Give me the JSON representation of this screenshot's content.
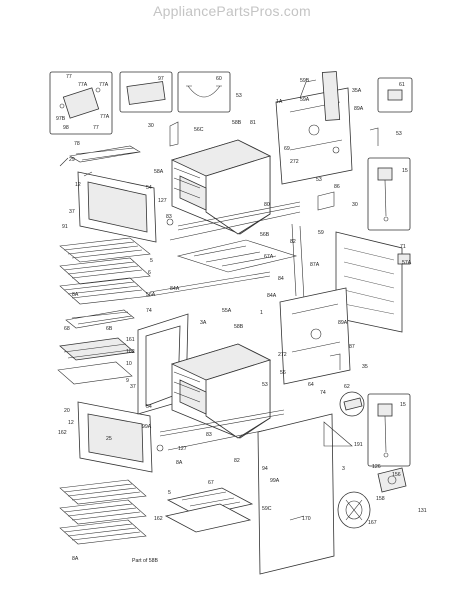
{
  "header": {
    "watermark": "AppliancePartsPros.com"
  },
  "diagram": {
    "part_labels": [
      {
        "id": "77a",
        "text": "77"
      },
      {
        "id": "77b",
        "text": "77A"
      },
      {
        "id": "77c",
        "text": "77A"
      },
      {
        "id": "97b",
        "text": "97B"
      },
      {
        "id": "98",
        "text": "98"
      },
      {
        "id": "77d",
        "text": "77"
      },
      {
        "id": "77e",
        "text": "77A"
      },
      {
        "id": "97",
        "text": "97"
      },
      {
        "id": "60",
        "text": "60"
      },
      {
        "id": "59b",
        "text": "59B"
      },
      {
        "id": "35a",
        "text": "35A"
      },
      {
        "id": "61",
        "text": "61"
      },
      {
        "id": "53a",
        "text": "53"
      },
      {
        "id": "1a",
        "text": "1A"
      },
      {
        "id": "59a",
        "text": "59A"
      },
      {
        "id": "89a",
        "text": "89A"
      },
      {
        "id": "53b",
        "text": "53"
      },
      {
        "id": "30a",
        "text": "30"
      },
      {
        "id": "56c",
        "text": "56C"
      },
      {
        "id": "58b",
        "text": "58B"
      },
      {
        "id": "81a",
        "text": "81"
      },
      {
        "id": "69",
        "text": "69"
      },
      {
        "id": "272a",
        "text": "272"
      },
      {
        "id": "15a",
        "text": "15"
      },
      {
        "id": "78",
        "text": "78"
      },
      {
        "id": "29",
        "text": "29"
      },
      {
        "id": "12a",
        "text": "12"
      },
      {
        "id": "58a",
        "text": "58A"
      },
      {
        "id": "54a",
        "text": "54"
      },
      {
        "id": "53c",
        "text": "53"
      },
      {
        "id": "86a",
        "text": "86"
      },
      {
        "id": "37a",
        "text": "37"
      },
      {
        "id": "127a",
        "text": "127"
      },
      {
        "id": "83a",
        "text": "83"
      },
      {
        "id": "80",
        "text": "80"
      },
      {
        "id": "30b",
        "text": "30"
      },
      {
        "id": "91",
        "text": "91"
      },
      {
        "id": "59",
        "text": "59"
      },
      {
        "id": "71",
        "text": "71"
      },
      {
        "id": "57a",
        "text": "57A"
      },
      {
        "id": "5a",
        "text": "5"
      },
      {
        "id": "82a",
        "text": "82"
      },
      {
        "id": "56b",
        "text": "56B"
      },
      {
        "id": "87a",
        "text": "87A"
      },
      {
        "id": "6",
        "text": "6"
      },
      {
        "id": "84a1",
        "text": "84A"
      },
      {
        "id": "67a",
        "text": "67A"
      },
      {
        "id": "8a1",
        "text": "8A"
      },
      {
        "id": "84",
        "text": "84"
      },
      {
        "id": "56a",
        "text": "56A"
      },
      {
        "id": "84a2",
        "text": "84A"
      },
      {
        "id": "74a",
        "text": "74"
      },
      {
        "id": "55a",
        "text": "55A"
      },
      {
        "id": "3a",
        "text": "3A"
      },
      {
        "id": "58b2",
        "text": "58B"
      },
      {
        "id": "1",
        "text": "1"
      },
      {
        "id": "89a2",
        "text": "89A"
      },
      {
        "id": "87",
        "text": "87"
      },
      {
        "id": "68a",
        "text": "68"
      },
      {
        "id": "68b",
        "text": "6B"
      },
      {
        "id": "161",
        "text": "161"
      },
      {
        "id": "182",
        "text": "182"
      },
      {
        "id": "10",
        "text": "10"
      },
      {
        "id": "9",
        "text": "9"
      },
      {
        "id": "272b",
        "text": "272"
      },
      {
        "id": "56",
        "text": "56"
      },
      {
        "id": "35",
        "text": "35"
      },
      {
        "id": "62",
        "text": "62"
      },
      {
        "id": "64",
        "text": "64"
      },
      {
        "id": "74b",
        "text": "74"
      },
      {
        "id": "15b",
        "text": "15"
      },
      {
        "id": "20",
        "text": "20"
      },
      {
        "id": "12b",
        "text": "12"
      },
      {
        "id": "37b",
        "text": "37"
      },
      {
        "id": "54b",
        "text": "54"
      },
      {
        "id": "53d",
        "text": "53"
      },
      {
        "id": "162a",
        "text": "162"
      },
      {
        "id": "25",
        "text": "25"
      },
      {
        "id": "99a",
        "text": "99A"
      },
      {
        "id": "83b",
        "text": "83"
      },
      {
        "id": "127b",
        "text": "127"
      },
      {
        "id": "191",
        "text": "191"
      },
      {
        "id": "3",
        "text": "3"
      },
      {
        "id": "94",
        "text": "94"
      },
      {
        "id": "99a2",
        "text": "99A"
      },
      {
        "id": "82b",
        "text": "82"
      },
      {
        "id": "8a2",
        "text": "8A"
      },
      {
        "id": "67",
        "text": "67"
      },
      {
        "id": "5b",
        "text": "5"
      },
      {
        "id": "8a3",
        "text": "8A"
      },
      {
        "id": "162b",
        "text": "162"
      },
      {
        "id": "126",
        "text": "126"
      },
      {
        "id": "156",
        "text": "156"
      },
      {
        "id": "59c",
        "text": "59C"
      },
      {
        "id": "131",
        "text": "131"
      },
      {
        "id": "158",
        "text": "158"
      },
      {
        "id": "167",
        "text": "167"
      },
      {
        "id": "170",
        "text": "170"
      },
      {
        "id": "partof",
        "text": "Part of 58B"
      }
    ]
  }
}
